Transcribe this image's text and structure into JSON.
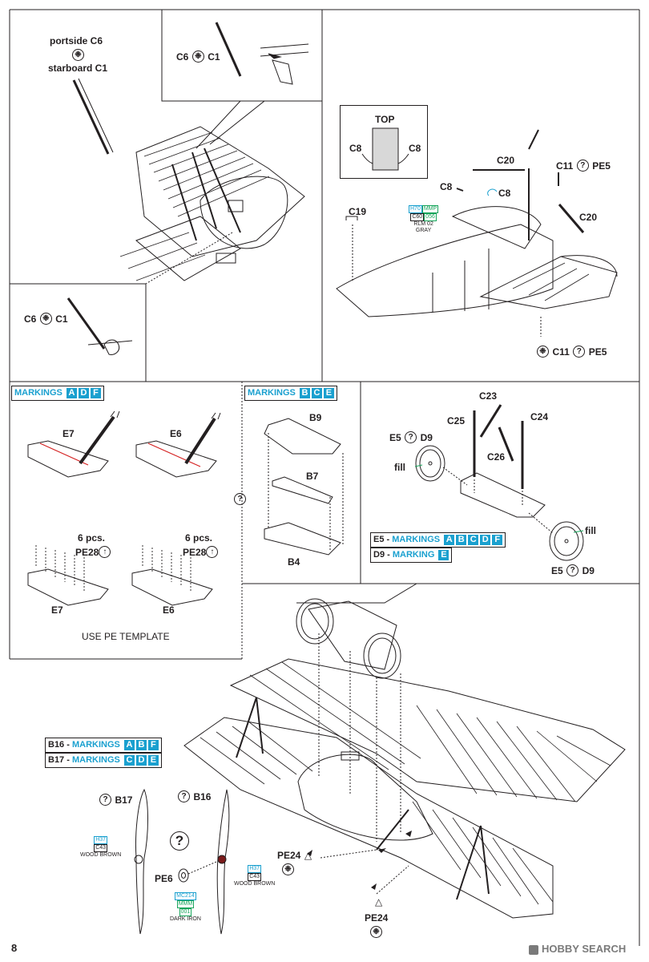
{
  "page_number": "8",
  "watermark": "HOBBY SEARCH",
  "step_top_left": {
    "portside_label": "portside C6",
    "starboard_label": "starboard C1",
    "inset_top_label_a": "C6",
    "inset_top_label_b": "C1",
    "inset_bottom_label_a": "C6",
    "inset_bottom_label_b": "C1"
  },
  "step_top_right": {
    "top_title": "TOP",
    "top_left_part": "C8",
    "top_right_part": "C8",
    "c20_upper": "C20",
    "c11_top": "C11",
    "pe5_top": "PE5",
    "c8_part": "C8",
    "c8_hook": "C8",
    "c19": "C19",
    "c20_right": "C20",
    "c11_bottom": "C11",
    "pe5_bottom": "PE5",
    "paint": {
      "h": "H70",
      "mmp": "MMP",
      "c": "C60",
      "num": "056",
      "note1": "RLM 02",
      "note2": "GRAY"
    }
  },
  "step_mid_left": {
    "markings_word": "MARKINGS",
    "marking_letters": [
      "A",
      "D",
      "F"
    ],
    "e7_top": "E7",
    "e6_top": "E6",
    "pcs_left": "6 pcs.",
    "pe28_left": "PE28",
    "pcs_right": "6 pcs.",
    "pe28_right": "PE28",
    "e7_bottom": "E7",
    "e6_bottom": "E6",
    "template_note": "USE PE TEMPLATE"
  },
  "step_mid_center": {
    "markings_word": "MARKINGS",
    "marking_letters": [
      "B",
      "C",
      "E"
    ],
    "b9": "B9",
    "b7": "B7",
    "b4": "B4"
  },
  "step_mid_right": {
    "c23": "C23",
    "c25": "C25",
    "c24": "C24",
    "c26": "C26",
    "e5_left": "E5",
    "d9_left": "D9",
    "fill_left": "fill",
    "fill_right": "fill",
    "e5_right": "E5",
    "d9_right": "D9",
    "box1_part": "E5",
    "box1_word": "MARKINGS",
    "box1_letters": [
      "A",
      "B",
      "C",
      "D",
      "F"
    ],
    "box2_part": "D9",
    "box2_word": "MARKING",
    "box2_letters": [
      "E"
    ]
  },
  "step_bottom": {
    "b16_box_part": "B16",
    "b16_box_word": "MARKINGS",
    "b16_letters": [
      "A",
      "B",
      "F"
    ],
    "b17_box_part": "B17",
    "b17_box_word": "MARKINGS",
    "b17_letters": [
      "C",
      "D",
      "E"
    ],
    "prop_b17": "B17",
    "prop_b16": "B16",
    "pe6": "PE6",
    "pe24_left": "PE24",
    "pe24_bottom": "PE24",
    "paint_left": {
      "h": "H37",
      "c": "C43",
      "note": "WOOD BROWN"
    },
    "paint_right": {
      "h": "H37",
      "c": "C43",
      "note": "WOOD BROWN"
    },
    "paint_iron": {
      "mc": "MC214",
      "mmm": "MMM",
      "num": "001",
      "note": "DARK IRON"
    }
  },
  "symbols": {
    "glue_icon": "❉",
    "optional_icon": "?",
    "bend_icon": "↑",
    "arrow_icon": "→"
  }
}
